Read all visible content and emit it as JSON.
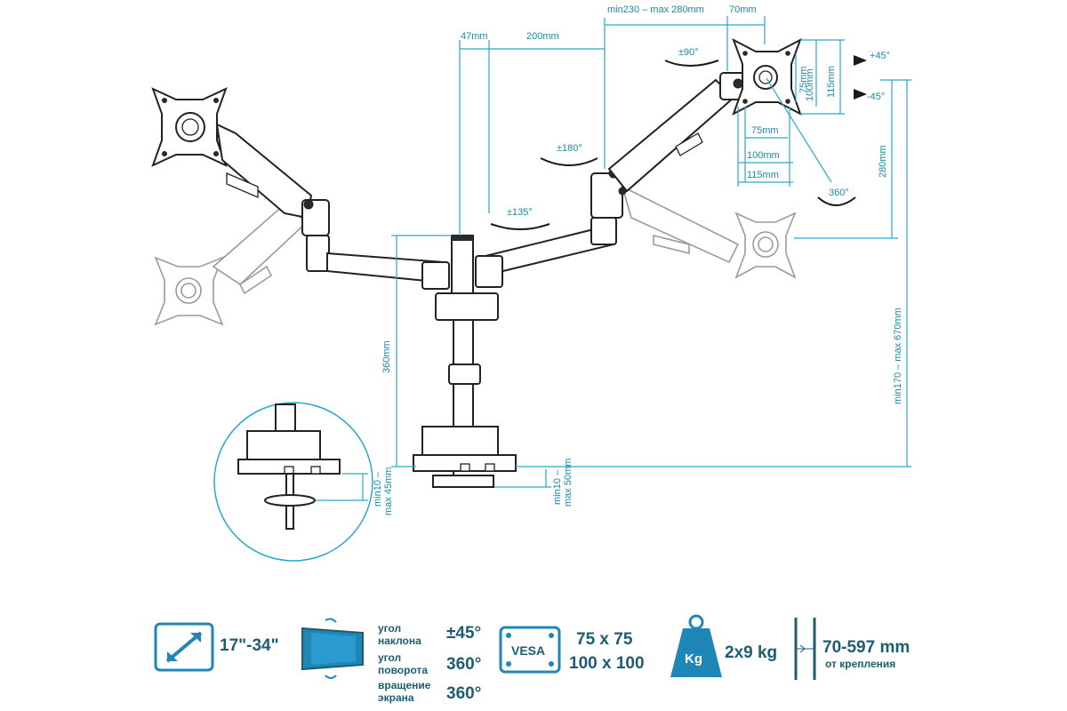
{
  "dimensions": {
    "arm_offset_47": "47mm",
    "arm_length_200": "200mm",
    "extension_range": "min230 – max 280mm",
    "top_70": "70mm",
    "rotation_90": "±90°",
    "rotation_180": "±180°",
    "rotation_135": "±135°",
    "rotation_360": "360°",
    "tilt_plus": "+45°",
    "tilt_minus": "-45°",
    "vesa_75_h": "75mm",
    "vesa_100_h": "100mm",
    "vesa_115_h": "115mm",
    "vesa_75_w": "75mm",
    "vesa_100_w": "100mm",
    "vesa_115_w": "115mm",
    "height_280": "280mm",
    "pole_360": "360mm",
    "height_range": "min170 – max 670mm",
    "clamp_range_detail_1": "min10 –",
    "clamp_range_detail_2": "max 45mm",
    "clamp_range_main_1": "min10 –",
    "clamp_range_main_2": "max 50mm"
  },
  "specs": {
    "screen_size": "17\"-34\"",
    "tilt_label_1": "угол",
    "tilt_label_2": "наклона",
    "tilt_value": "±45°",
    "rotate_label_1": "угол",
    "rotate_label_2": "поворота",
    "rotate_value": "360°",
    "spin_label_1": "вращение",
    "spin_label_2": "экрана",
    "spin_value": "360°",
    "vesa_label": "VESA",
    "vesa_1": "75 x 75",
    "vesa_2": "100 x 100",
    "weight_icon_label": "Kg",
    "weight": "2x9 kg",
    "desk_range": "70-597 mm",
    "desk_range_note": "от крепления"
  },
  "colors": {
    "dimension": "#2aa9c9",
    "spec_text": "#1c5d72",
    "icon_fill": "#1f86b8"
  }
}
